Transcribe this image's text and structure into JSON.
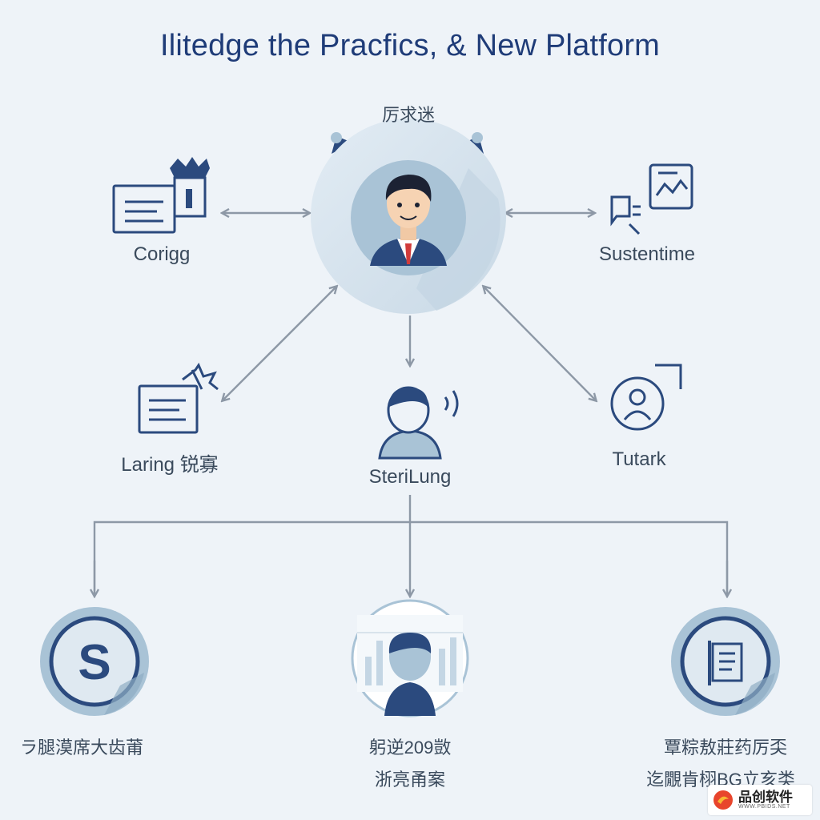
{
  "title": "Ilitedge the Pracfics, & New Platform",
  "center": {
    "caption": "厉求迷"
  },
  "nodes": {
    "config": {
      "label": "Corigg"
    },
    "sustentime": {
      "label": "Sustentime"
    },
    "learning": {
      "label": "Laring 锐寡"
    },
    "sterilung": {
      "label": "SteriLung"
    },
    "tutark": {
      "label": "Tutark"
    }
  },
  "bottom": {
    "left": {
      "line1": "ラ腿漠席大齿莆"
    },
    "middle": {
      "line1": "躬逆209敳",
      "line2": "浙亮甬案"
    },
    "right": {
      "line1": "覃粽敖莊药厉奀",
      "line2": "迄覵肯栩BG立亥类"
    }
  },
  "bottom_left_icon_letter": "S",
  "watermark": {
    "main": "品创软件",
    "sub": "WWW.PBIDS.NET"
  },
  "colors": {
    "title": "#1f3c78",
    "icon_navy": "#2b4a7e",
    "arrow": "#8d98a6",
    "circle_light": "#d9e6f0",
    "circle_mid": "#a9c3d6"
  }
}
